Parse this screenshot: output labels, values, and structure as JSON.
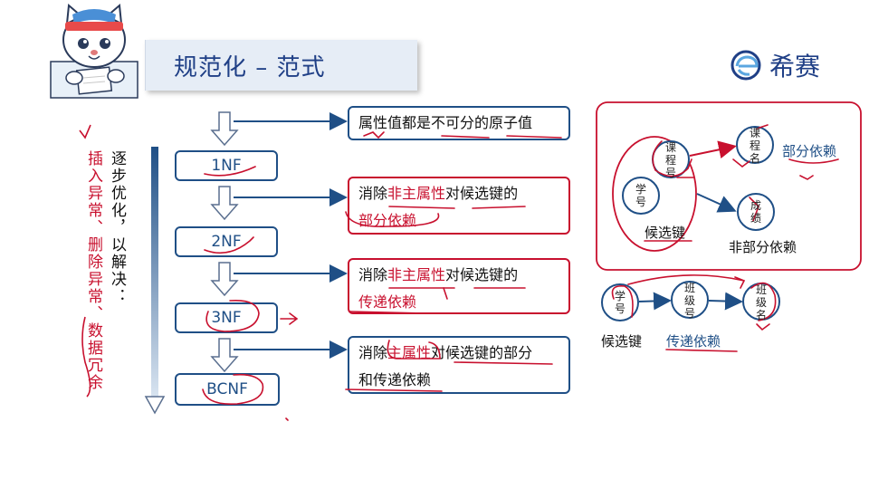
{
  "slide": {
    "title": "规范化 – 范式",
    "brand": "希赛"
  },
  "left": {
    "problems": [
      "插入异常、",
      "删除异常、",
      "数据冗余"
    ],
    "goal": "逐步优化，以解决："
  },
  "flow": {
    "steps": [
      "1NF",
      "2NF",
      "3NF",
      "BCNF"
    ],
    "rules": [
      [
        "属性值都是",
        "不可分",
        "的",
        "原子值"
      ],
      [
        "消除",
        "非主属性",
        "对",
        "候选键",
        "的",
        "部分依赖"
      ],
      [
        "消除",
        "非主属性",
        "对",
        "候选键",
        "的",
        "传递依赖"
      ],
      [
        "消除",
        "主属性",
        "对",
        "候选键",
        "的部分",
        "和传递依赖"
      ]
    ]
  },
  "diagram": {
    "partial": {
      "course_no": [
        "课",
        "程",
        "号"
      ],
      "student_no": [
        "学",
        "号"
      ],
      "course_name": [
        "课",
        "程",
        "名"
      ],
      "score": [
        "成",
        "绩"
      ],
      "candidate_key_label": "候选键",
      "partial_label": "部分依赖",
      "nonpartial_label": "非部分依赖"
    },
    "transitive": {
      "student_no": [
        "学",
        "号"
      ],
      "class_no": [
        "班",
        "级",
        "号"
      ],
      "class_name": [
        "班",
        "级",
        "名"
      ],
      "candidate_key_label": "候选键",
      "transitive_label": "传递依赖"
    }
  },
  "colors": {
    "navy": "#1f4f86",
    "red": "#c8102e",
    "title_bg": "#e6edf6"
  }
}
